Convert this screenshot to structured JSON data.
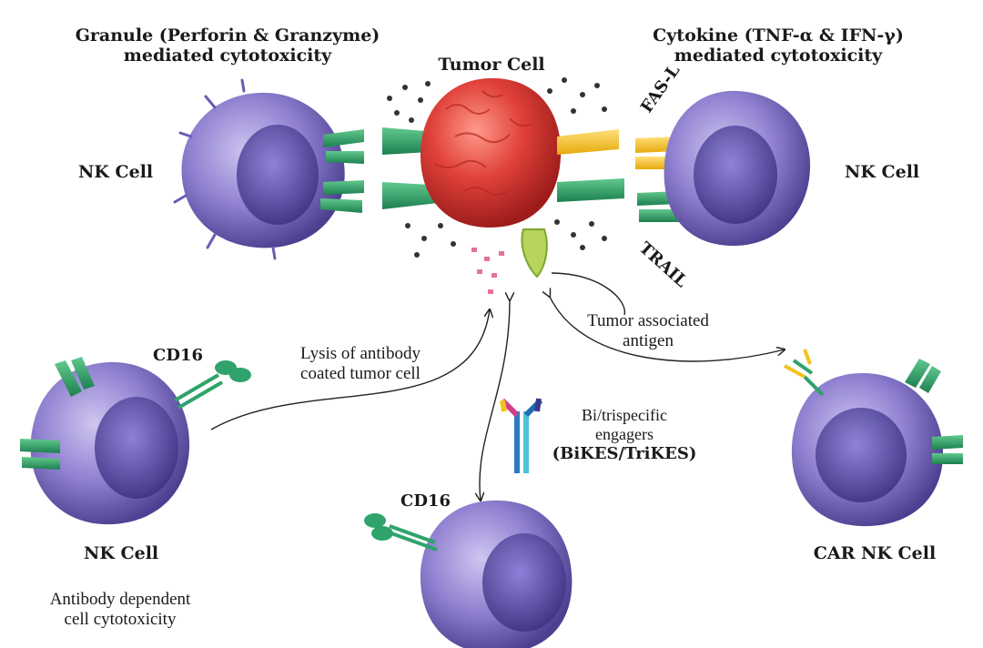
{
  "top_left_title": {
    "line1": "Granule (Perforin & Granzyme)",
    "line2": "mediated cytotoxicity"
  },
  "top_center_title": "Tumor Cell",
  "top_right_title": {
    "line1": "Cytokine (TNF-α & IFN-γ)",
    "line2": "mediated cytotoxicity"
  },
  "fas_label": "FAS-L",
  "trail_label": "TRAIL",
  "nk_left_label": "NK Cell",
  "nk_right_label": "NK Cell",
  "cd16_left": "CD16",
  "cd16_bottom": "CD16",
  "lysis_label": {
    "line1": "Lysis of antibody",
    "line2": "coated tumor cell"
  },
  "tumor_antigen": {
    "line1": "Tumor associated",
    "line2": "antigen"
  },
  "engagers": {
    "line1": "Bi/trispecific",
    "line2": "engagers",
    "line3": "(BiKES/TriKES)"
  },
  "adcc_nk_label": "NK Cell",
  "adcc_caption": {
    "line1": "Antibody dependent",
    "line2": "cell cytotoxicity"
  },
  "car_nk_label": "CAR NK Cell",
  "colors": {
    "nk_cell": "#8f7fd0",
    "nucleus": "#5a4c9e",
    "tumor": "#d93a33",
    "receptor_green": "#2fa36b",
    "receptor_yellow": "#f3c21d"
  }
}
